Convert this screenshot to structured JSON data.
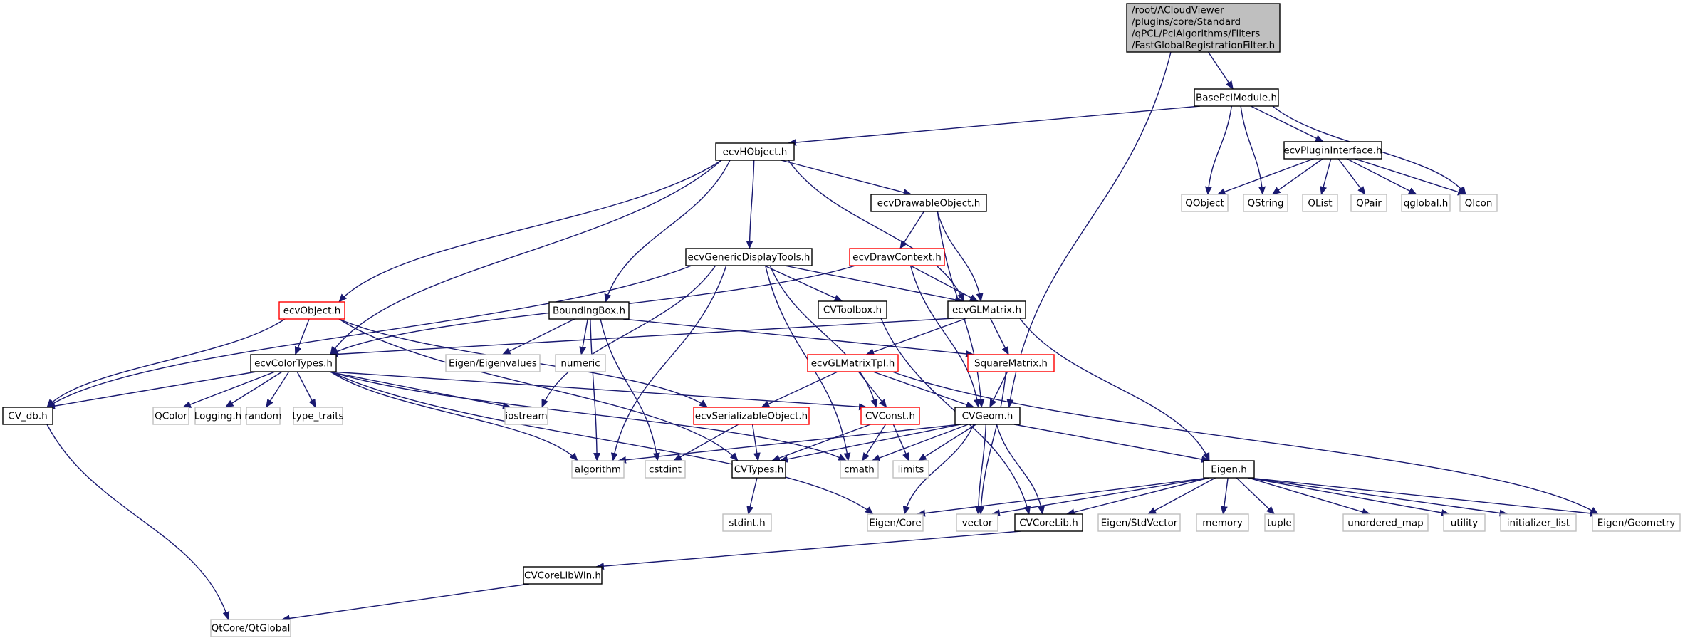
{
  "diagram": {
    "type": "include-dependency-graph",
    "colors": {
      "edge": "#191970",
      "root_fill": "#bfbfbf",
      "root_border": "#000000",
      "documented_border": "#000000",
      "truncated_border": "#ff0000",
      "external_border": "#bfbfbf",
      "node_fill": "#ffffff"
    },
    "nodes": [
      {
        "id": "root",
        "kind": "root",
        "lines": [
          "/root/ACloudViewer",
          "/plugins/core/Standard",
          "/qPCL/PclAlgorithms/Filters",
          "/FastGlobalRegistrationFilter.h"
        ]
      },
      {
        "id": "BasePclModule",
        "kind": "documented",
        "lines": [
          "BasePclModule.h"
        ]
      },
      {
        "id": "ecvHObject",
        "kind": "documented",
        "lines": [
          "ecvHObject.h"
        ]
      },
      {
        "id": "ecvPluginInterface",
        "kind": "documented",
        "lines": [
          "ecvPluginInterface.h"
        ]
      },
      {
        "id": "QObject",
        "kind": "external",
        "lines": [
          "QObject"
        ]
      },
      {
        "id": "QString",
        "kind": "external",
        "lines": [
          "QString"
        ]
      },
      {
        "id": "QList",
        "kind": "external",
        "lines": [
          "QList"
        ]
      },
      {
        "id": "QPair",
        "kind": "external",
        "lines": [
          "QPair"
        ]
      },
      {
        "id": "qglobal",
        "kind": "external",
        "lines": [
          "qglobal.h"
        ]
      },
      {
        "id": "QIcon",
        "kind": "external",
        "lines": [
          "QIcon"
        ]
      },
      {
        "id": "ecvDrawableObject",
        "kind": "documented",
        "lines": [
          "ecvDrawableObject.h"
        ]
      },
      {
        "id": "ecvGenericDisplayTools",
        "kind": "documented",
        "lines": [
          "ecvGenericDisplayTools.h"
        ]
      },
      {
        "id": "ecvDrawContext",
        "kind": "truncated",
        "lines": [
          "ecvDrawContext.h"
        ]
      },
      {
        "id": "ecvObject",
        "kind": "truncated",
        "lines": [
          "ecvObject.h"
        ]
      },
      {
        "id": "BoundingBox",
        "kind": "documented",
        "lines": [
          "BoundingBox.h"
        ]
      },
      {
        "id": "CVToolbox",
        "kind": "documented",
        "lines": [
          "CVToolbox.h"
        ]
      },
      {
        "id": "ecvGLMatrix",
        "kind": "documented",
        "lines": [
          "ecvGLMatrix.h"
        ]
      },
      {
        "id": "ecvColorTypes",
        "kind": "documented",
        "lines": [
          "ecvColorTypes.h"
        ]
      },
      {
        "id": "EigenEigenvalues",
        "kind": "external",
        "lines": [
          "Eigen/Eigenvalues"
        ]
      },
      {
        "id": "numeric",
        "kind": "external",
        "lines": [
          "numeric"
        ]
      },
      {
        "id": "ecvGLMatrixTpl",
        "kind": "truncated",
        "lines": [
          "ecvGLMatrixTpl.h"
        ]
      },
      {
        "id": "SquareMatrix",
        "kind": "truncated",
        "lines": [
          "SquareMatrix.h"
        ]
      },
      {
        "id": "CV_db",
        "kind": "documented",
        "lines": [
          "CV_db.h"
        ]
      },
      {
        "id": "QColor",
        "kind": "external",
        "lines": [
          "QColor"
        ]
      },
      {
        "id": "Logging",
        "kind": "external",
        "lines": [
          "Logging.h"
        ]
      },
      {
        "id": "random",
        "kind": "external",
        "lines": [
          "random"
        ]
      },
      {
        "id": "type_traits",
        "kind": "external",
        "lines": [
          "type_traits"
        ]
      },
      {
        "id": "iostream",
        "kind": "external",
        "lines": [
          "iostream"
        ]
      },
      {
        "id": "ecvSerializableObject",
        "kind": "truncated",
        "lines": [
          "ecvSerializableObject.h"
        ]
      },
      {
        "id": "CVConst",
        "kind": "truncated",
        "lines": [
          "CVConst.h"
        ]
      },
      {
        "id": "CVGeom",
        "kind": "documented",
        "lines": [
          "CVGeom.h"
        ]
      },
      {
        "id": "algorithm",
        "kind": "external",
        "lines": [
          "algorithm"
        ]
      },
      {
        "id": "cstdint",
        "kind": "external",
        "lines": [
          "cstdint"
        ]
      },
      {
        "id": "CVTypes",
        "kind": "documented",
        "lines": [
          "CVTypes.h"
        ]
      },
      {
        "id": "cmath",
        "kind": "external",
        "lines": [
          "cmath"
        ]
      },
      {
        "id": "limits",
        "kind": "external",
        "lines": [
          "limits"
        ]
      },
      {
        "id": "Eigen",
        "kind": "documented",
        "lines": [
          "Eigen.h"
        ]
      },
      {
        "id": "stdint",
        "kind": "external",
        "lines": [
          "stdint.h"
        ]
      },
      {
        "id": "EigenCore",
        "kind": "external",
        "lines": [
          "Eigen/Core"
        ]
      },
      {
        "id": "vector",
        "kind": "external",
        "lines": [
          "vector"
        ]
      },
      {
        "id": "CVCoreLib",
        "kind": "documented",
        "lines": [
          "CVCoreLib.h"
        ]
      },
      {
        "id": "EigenStdVector",
        "kind": "external",
        "lines": [
          "Eigen/StdVector"
        ]
      },
      {
        "id": "memory",
        "kind": "external",
        "lines": [
          "memory"
        ]
      },
      {
        "id": "tuple",
        "kind": "external",
        "lines": [
          "tuple"
        ]
      },
      {
        "id": "unordered_map",
        "kind": "external",
        "lines": [
          "unordered_map"
        ]
      },
      {
        "id": "utility",
        "kind": "external",
        "lines": [
          "utility"
        ]
      },
      {
        "id": "initializer_list",
        "kind": "external",
        "lines": [
          "initializer_list"
        ]
      },
      {
        "id": "EigenGeometry",
        "kind": "external",
        "lines": [
          "Eigen/Geometry"
        ]
      },
      {
        "id": "CVCoreLibWin",
        "kind": "documented",
        "lines": [
          "CVCoreLibWin.h"
        ]
      },
      {
        "id": "QtGlobal",
        "kind": "external",
        "lines": [
          "QtCore/QtGlobal"
        ]
      }
    ],
    "edges": [
      [
        "root",
        "BasePclModule"
      ],
      [
        "root",
        "CVGeom"
      ],
      [
        "BasePclModule",
        "ecvHObject"
      ],
      [
        "BasePclModule",
        "QObject"
      ],
      [
        "BasePclModule",
        "QString"
      ],
      [
        "BasePclModule",
        "ecvPluginInterface"
      ],
      [
        "BasePclModule",
        "QIcon"
      ],
      [
        "ecvPluginInterface",
        "QObject"
      ],
      [
        "ecvPluginInterface",
        "QString"
      ],
      [
        "ecvPluginInterface",
        "QList"
      ],
      [
        "ecvPluginInterface",
        "QPair"
      ],
      [
        "ecvPluginInterface",
        "qglobal"
      ],
      [
        "ecvPluginInterface",
        "QIcon"
      ],
      [
        "ecvHObject",
        "ecvObject"
      ],
      [
        "ecvHObject",
        "ecvColorTypes"
      ],
      [
        "ecvHObject",
        "BoundingBox"
      ],
      [
        "ecvHObject",
        "ecvGenericDisplayTools"
      ],
      [
        "ecvHObject",
        "ecvDrawableObject"
      ],
      [
        "ecvHObject",
        "ecvGLMatrix"
      ],
      [
        "ecvDrawableObject",
        "ecvDrawContext"
      ],
      [
        "ecvDrawableObject",
        "ecvGLMatrix"
      ],
      [
        "ecvDrawableObject",
        "CVGeom"
      ],
      [
        "ecvGenericDisplayTools",
        "CV_db"
      ],
      [
        "ecvGenericDisplayTools",
        "CVToolbox"
      ],
      [
        "ecvGenericDisplayTools",
        "ecvGLMatrix"
      ],
      [
        "ecvGenericDisplayTools",
        "iostream"
      ],
      [
        "ecvGenericDisplayTools",
        "algorithm"
      ],
      [
        "ecvGenericDisplayTools",
        "CVConst"
      ],
      [
        "ecvGenericDisplayTools",
        "cmath"
      ],
      [
        "ecvDrawContext",
        "ecvColorTypes"
      ],
      [
        "ecvDrawContext",
        "ecvGLMatrix"
      ],
      [
        "ecvDrawContext",
        "CVGeom"
      ],
      [
        "ecvObject",
        "CV_db"
      ],
      [
        "ecvObject",
        "ecvColorTypes"
      ],
      [
        "ecvObject",
        "ecvSerializableObject"
      ],
      [
        "ecvObject",
        "CVTypes"
      ],
      [
        "BoundingBox",
        "EigenEigenvalues"
      ],
      [
        "BoundingBox",
        "numeric"
      ],
      [
        "BoundingBox",
        "SquareMatrix"
      ],
      [
        "BoundingBox",
        "algorithm"
      ],
      [
        "BoundingBox",
        "cstdint"
      ],
      [
        "CVToolbox",
        "CVCoreLib"
      ],
      [
        "ecvGLMatrix",
        "ecvColorTypes"
      ],
      [
        "ecvGLMatrix",
        "ecvGLMatrixTpl"
      ],
      [
        "ecvGLMatrix",
        "SquareMatrix"
      ],
      [
        "ecvGLMatrix",
        "Eigen"
      ],
      [
        "ecvColorTypes",
        "CV_db"
      ],
      [
        "ecvColorTypes",
        "QColor"
      ],
      [
        "ecvColorTypes",
        "Logging"
      ],
      [
        "ecvColorTypes",
        "random"
      ],
      [
        "ecvColorTypes",
        "type_traits"
      ],
      [
        "ecvColorTypes",
        "iostream"
      ],
      [
        "ecvColorTypes",
        "CVConst"
      ],
      [
        "ecvColorTypes",
        "algorithm"
      ],
      [
        "ecvColorTypes",
        "cmath"
      ],
      [
        "ecvColorTypes",
        "EigenCore"
      ],
      [
        "ecvGLMatrixTpl",
        "ecvSerializableObject"
      ],
      [
        "ecvGLMatrixTpl",
        "CVConst"
      ],
      [
        "ecvGLMatrixTpl",
        "CVGeom"
      ],
      [
        "ecvGLMatrixTpl",
        "EigenGeometry"
      ],
      [
        "SquareMatrix",
        "CVGeom"
      ],
      [
        "SquareMatrix",
        "vector"
      ],
      [
        "CV_db",
        "QtGlobal"
      ],
      [
        "ecvSerializableObject",
        "cstdint"
      ],
      [
        "ecvSerializableObject",
        "CVTypes"
      ],
      [
        "CVConst",
        "CVTypes"
      ],
      [
        "CVConst",
        "cmath"
      ],
      [
        "CVConst",
        "limits"
      ],
      [
        "CVGeom",
        "algorithm"
      ],
      [
        "CVGeom",
        "CVTypes"
      ],
      [
        "CVGeom",
        "cmath"
      ],
      [
        "CVGeom",
        "limits"
      ],
      [
        "CVGeom",
        "EigenCore"
      ],
      [
        "CVGeom",
        "vector"
      ],
      [
        "CVGeom",
        "CVCoreLib"
      ],
      [
        "CVGeom",
        "Eigen"
      ],
      [
        "CVTypes",
        "stdint"
      ],
      [
        "Eigen",
        "EigenCore"
      ],
      [
        "Eigen",
        "vector"
      ],
      [
        "Eigen",
        "CVCoreLib"
      ],
      [
        "Eigen",
        "EigenStdVector"
      ],
      [
        "Eigen",
        "memory"
      ],
      [
        "Eigen",
        "tuple"
      ],
      [
        "Eigen",
        "unordered_map"
      ],
      [
        "Eigen",
        "utility"
      ],
      [
        "Eigen",
        "initializer_list"
      ],
      [
        "Eigen",
        "EigenGeometry"
      ],
      [
        "CVCoreLib",
        "CVCoreLibWin"
      ],
      [
        "CVCoreLibWin",
        "QtGlobal"
      ]
    ]
  }
}
